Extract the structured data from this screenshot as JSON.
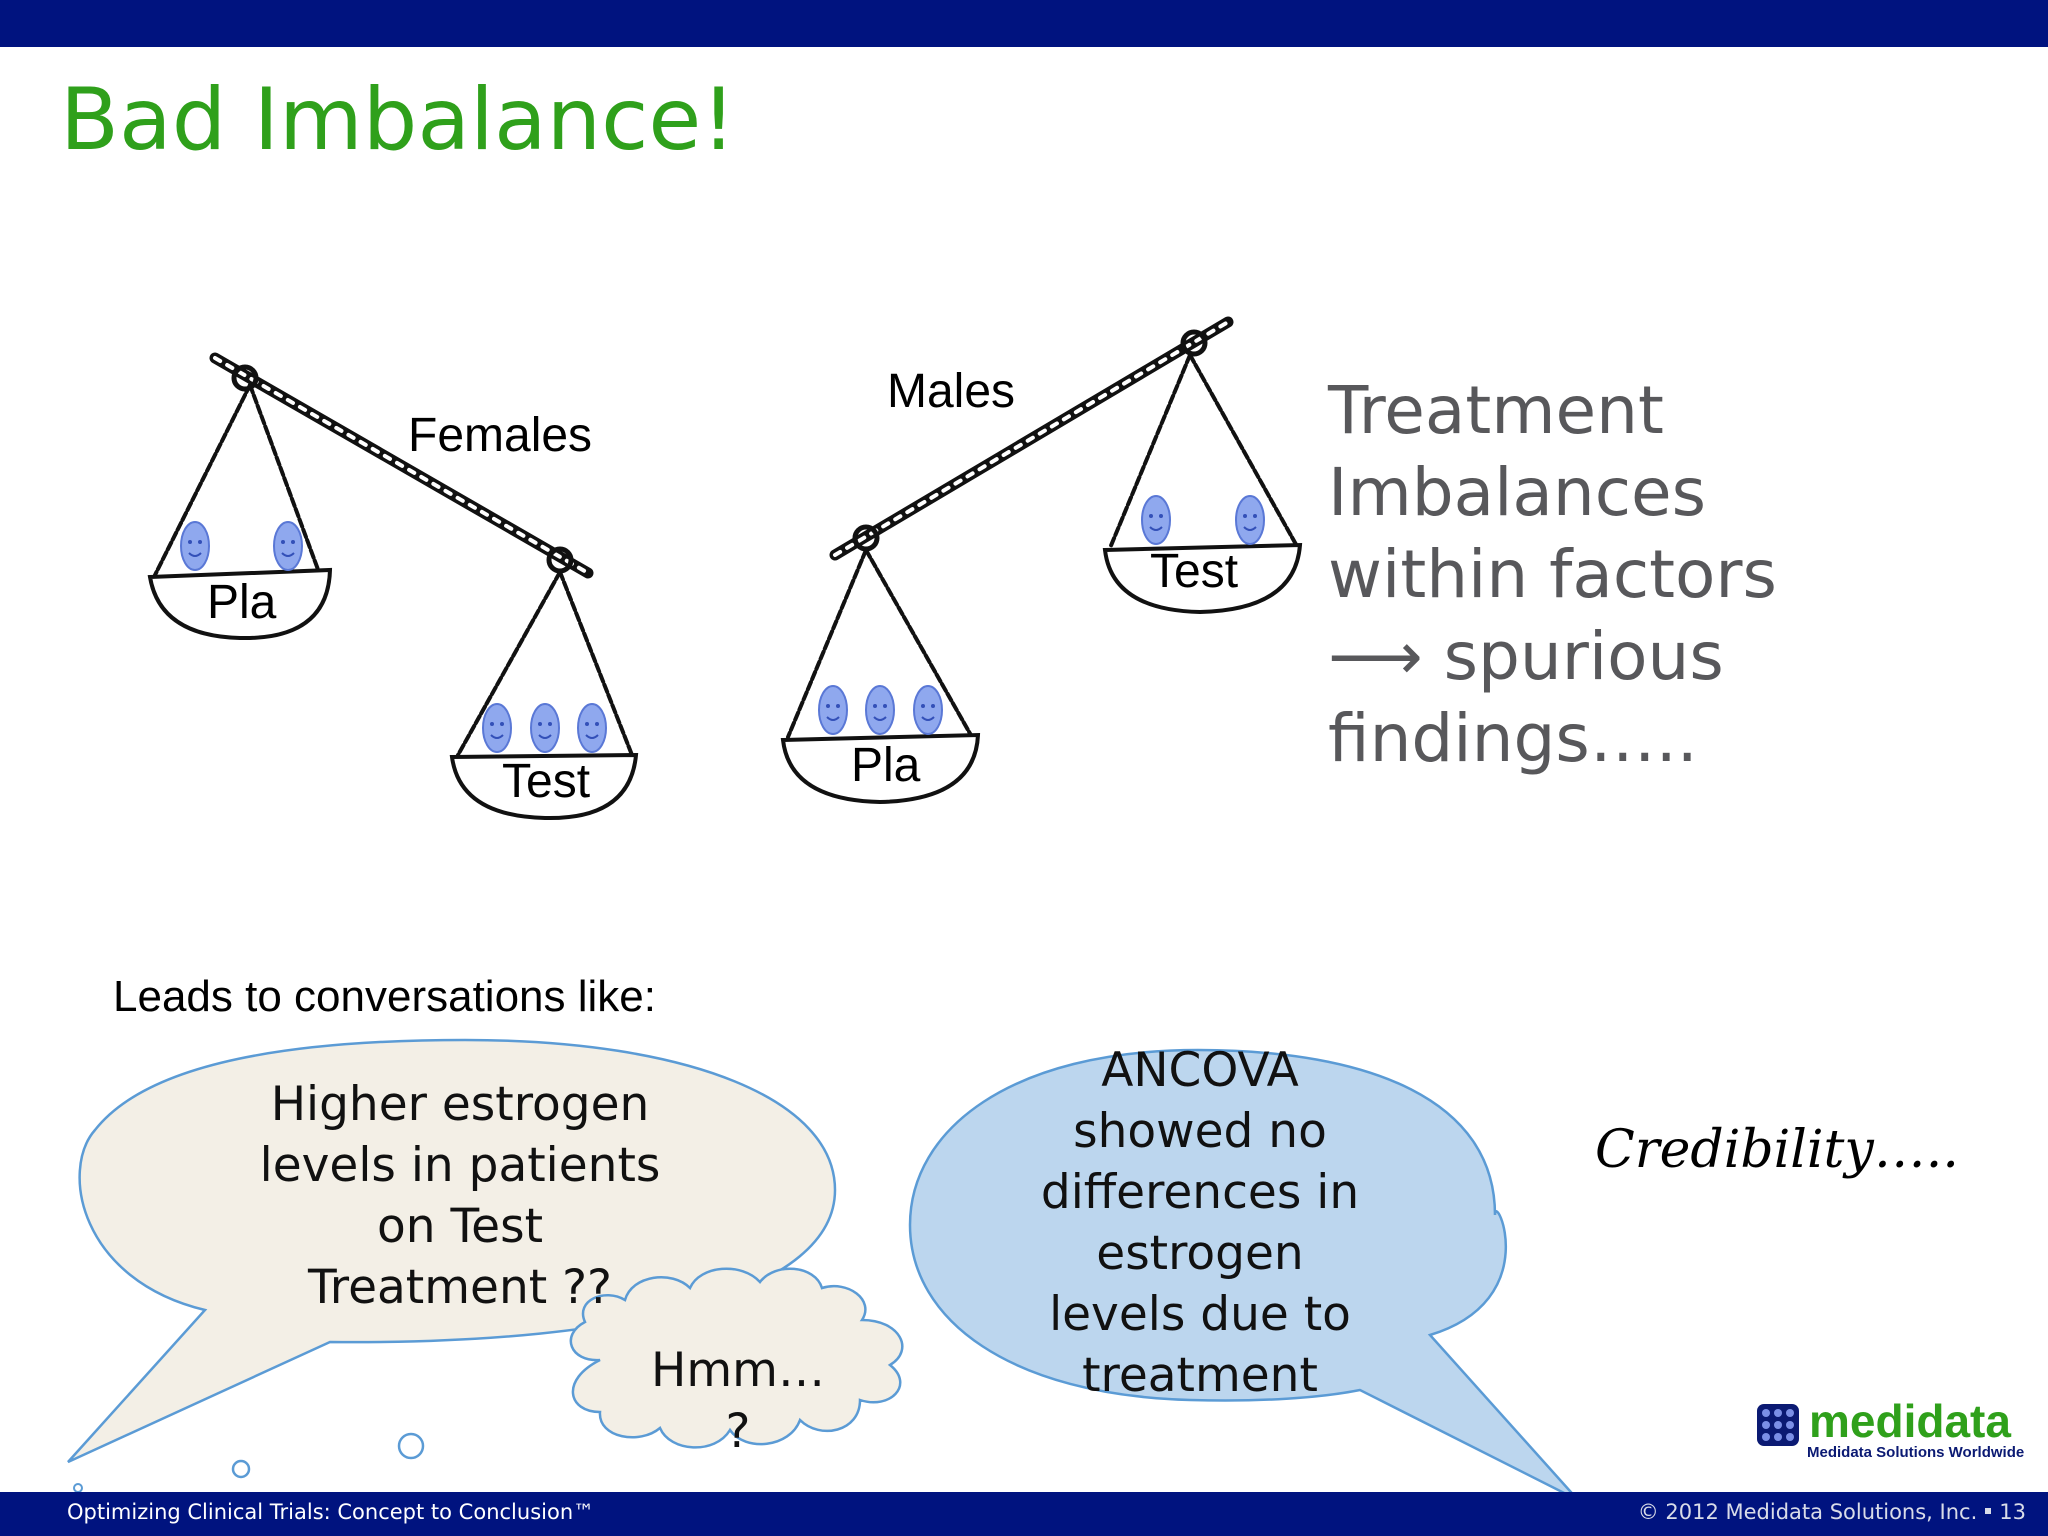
{
  "slide": {
    "title": "Bad Imbalance!",
    "colors": {
      "banner": "#00137f",
      "title": "#2fa01b",
      "body_text": "#58585b",
      "left_bubble": "#f3efe6",
      "right_bubble": "#bcd6ee",
      "bubble_border": "#5b9bd5",
      "face": "#8fa8ee"
    }
  },
  "scales": {
    "left": {
      "group_label": "Females",
      "pans": [
        {
          "label": "Pla",
          "faces": 2
        },
        {
          "label": "Test",
          "faces": 3
        }
      ]
    },
    "right": {
      "group_label": "Males",
      "pans": [
        {
          "label": "Pla",
          "faces": 3
        },
        {
          "label": "Test",
          "faces": 2
        }
      ]
    }
  },
  "side_text": [
    "Treatment",
    "Imbalances",
    "within factors",
    "⟶ spurious",
    "findings….."
  ],
  "leads_text": "Leads to conversations like:",
  "bubbles": {
    "left": [
      "Higher estrogen",
      "levels in patients",
      "on Test",
      "Treatment ??"
    ],
    "thought": [
      "Hmm…",
      "?"
    ],
    "right": [
      "ANCOVA",
      "showed no",
      "differences in",
      "estrogen",
      "levels due to",
      "treatment"
    ]
  },
  "credibility": "Credibility…..",
  "logo": {
    "name": "medidata",
    "tagline": "Medidata Solutions Worldwide"
  },
  "footer": {
    "left": "Optimizing Clinical Trials: Concept to Conclusion™",
    "right": "© 2012 Medidata Solutions, Inc.",
    "page": "13"
  }
}
